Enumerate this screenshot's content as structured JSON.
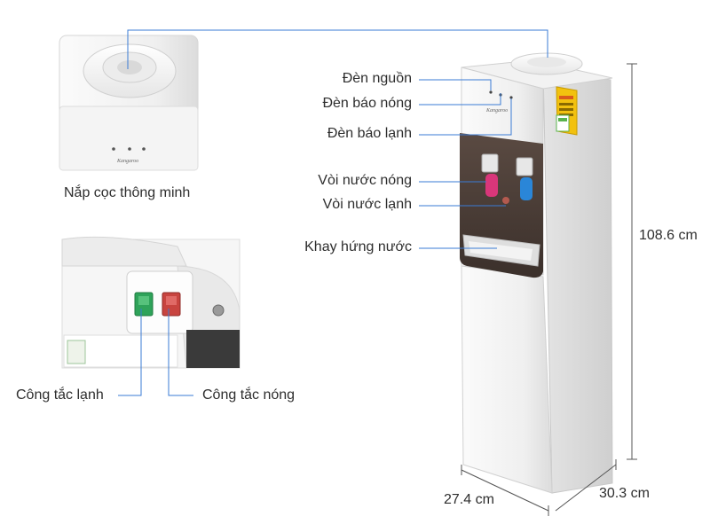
{
  "labels": {
    "den_nguon": "Đèn nguồn",
    "den_bao_nong": "Đèn báo nóng",
    "den_bao_lanh": "Đèn báo lạnh",
    "voi_nuoc_nong": "Vòi nước nóng",
    "voi_nuoc_lanh": "Vòi nước lạnh",
    "khay_hung_nuoc": "Khay hứng nước",
    "nap_coc": "Nắp cọc thông minh",
    "cong_tac_lanh": "Công tắc lạnh",
    "cong_tac_nong": "Công tắc nóng"
  },
  "dimensions": {
    "height": "108.6 cm",
    "width": "27.4 cm",
    "depth": "30.3 cm"
  },
  "brand": "Kangaroo",
  "colors": {
    "leader_line": "#3a7bd5",
    "hot": "#d9367a",
    "cold": "#2a86d8",
    "switch_cold": "#2fa35a",
    "switch_hot": "#c8443f"
  }
}
